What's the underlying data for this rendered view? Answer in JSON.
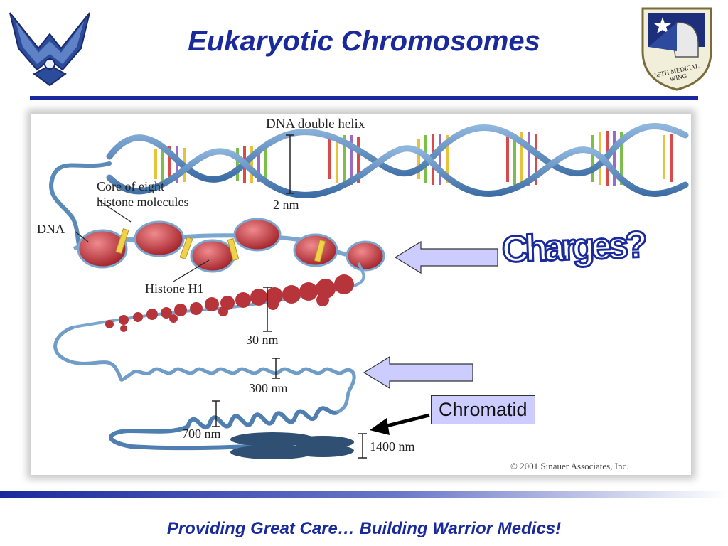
{
  "slide": {
    "title": "Eukaryotic Chromosomes",
    "tagline": "Providing Great Care… Building Warrior Medics!"
  },
  "logos": {
    "left": {
      "icon": "air-force-wings-icon"
    },
    "right": {
      "icon": "medical-wing-shield-icon",
      "text": "59TH MEDICAL WING"
    }
  },
  "figure": {
    "labels": {
      "dna_double_helix": "DNA double helix",
      "two_nm": "2 nm",
      "core": "Core of eight",
      "core_line2": "histone molecules",
      "dna": "DNA",
      "histone_h1": "Histone H1",
      "thirty_nm": "30 nm",
      "three_hundred_nm": "300 nm",
      "seven_hundred_nm": "700 nm",
      "fourteen_hundred_nm": "1400 nm",
      "copyright": "© 2001 Sinauer Associates, Inc."
    }
  },
  "annotations": {
    "wordart": "Charges?",
    "callout": "Chromatid"
  },
  "colors": {
    "brand_blue": "#1a2a9c",
    "arrow_fill": "#ccccff",
    "histone_red": "#c0282e",
    "helix_blue": "#5a8ab8"
  }
}
